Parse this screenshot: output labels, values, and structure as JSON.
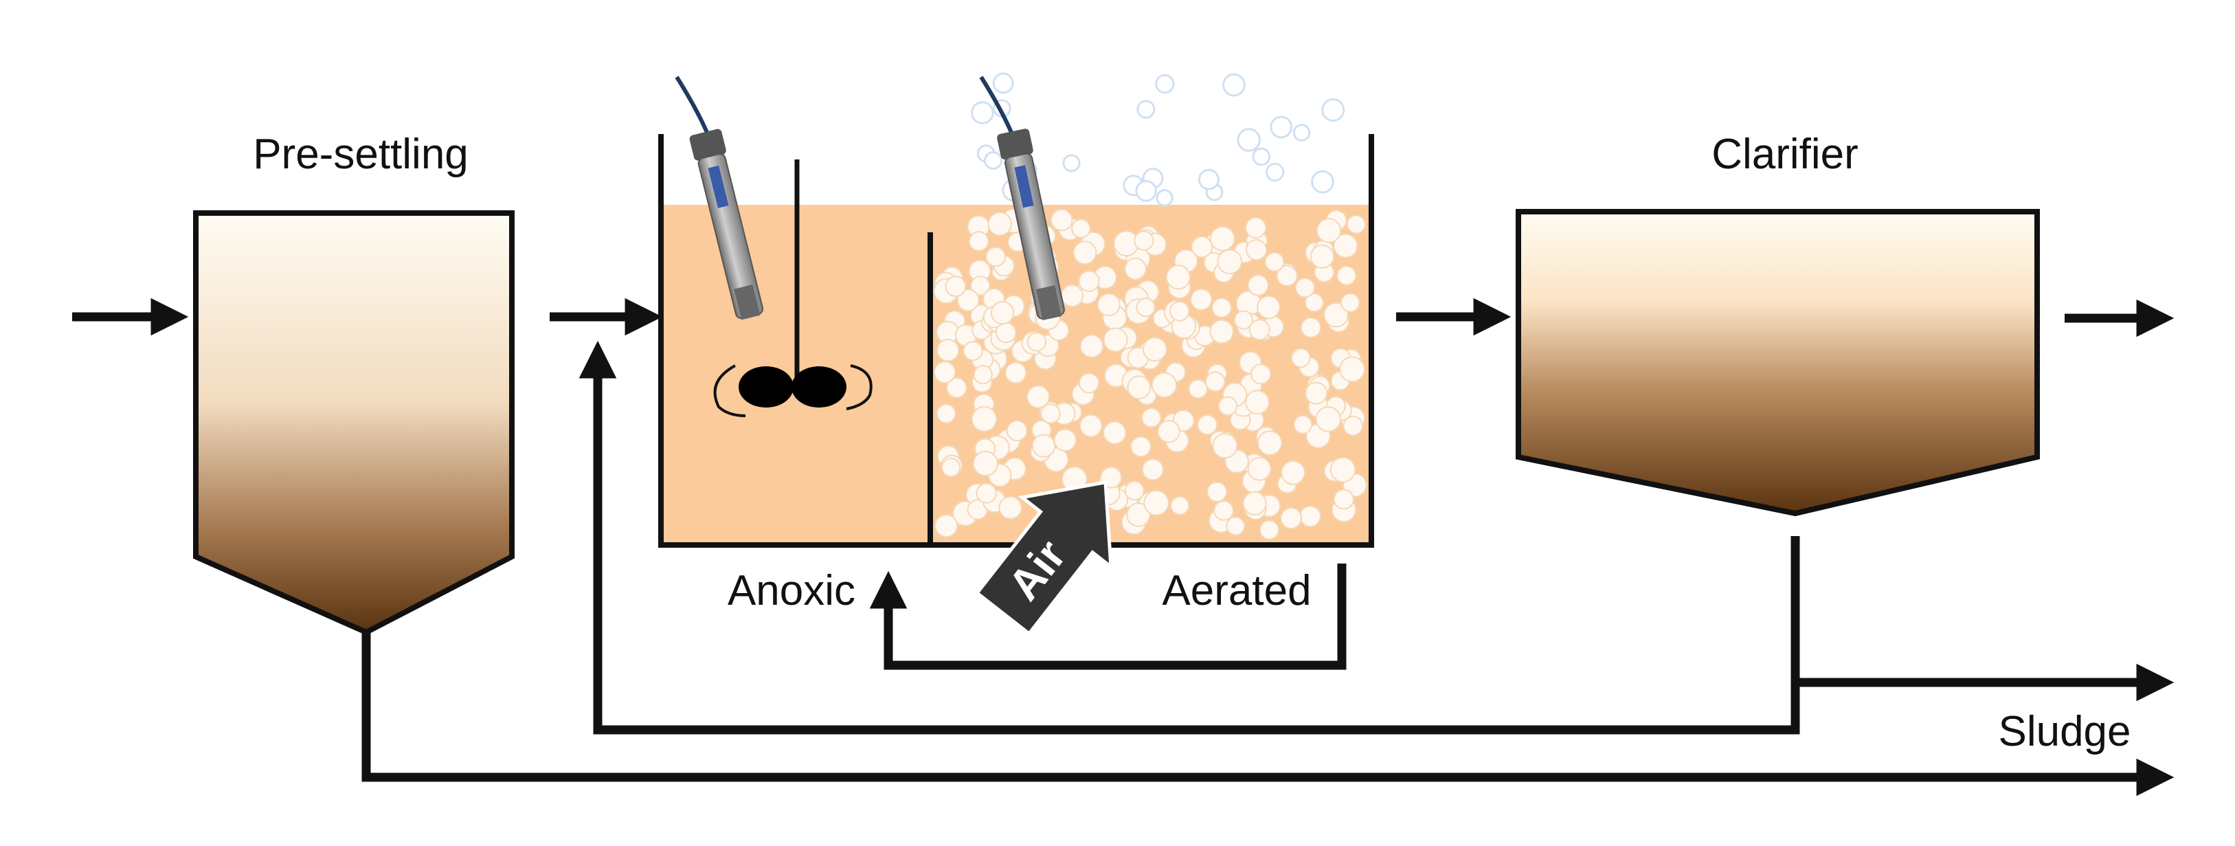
{
  "labels": {
    "presettling": "Pre-settling",
    "clarifier": "Clarifier",
    "anoxic": "Anoxic",
    "aerated": "Aerated",
    "air": "Air",
    "sludge": "Sludge"
  },
  "colors": {
    "water": "#fbcb9b",
    "line": "#111111",
    "bubble": "#fff8f0",
    "tank_top": "#fffcf2",
    "tank_mid": "#f2dcc0",
    "tank_bottom": "#5a3410",
    "sensor": "#9a9a9a",
    "sensor_label": "#3a5ca8"
  },
  "icons": {
    "mixer": "mixer-icon",
    "probe": "sensor-probe-icon",
    "air_arrow": "air-arrow-icon"
  }
}
